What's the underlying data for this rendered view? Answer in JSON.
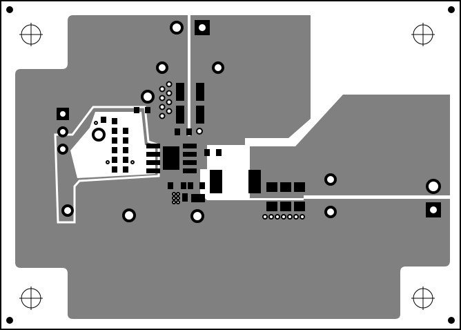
{
  "view": "pcb-copper-layer",
  "colors": {
    "background": "#ffffff",
    "copper": "#808080",
    "pad": "#000000",
    "clearance": "#ffffff",
    "outline": "#000000"
  },
  "mounting_holes": 4,
  "corner_fiducials": 4
}
